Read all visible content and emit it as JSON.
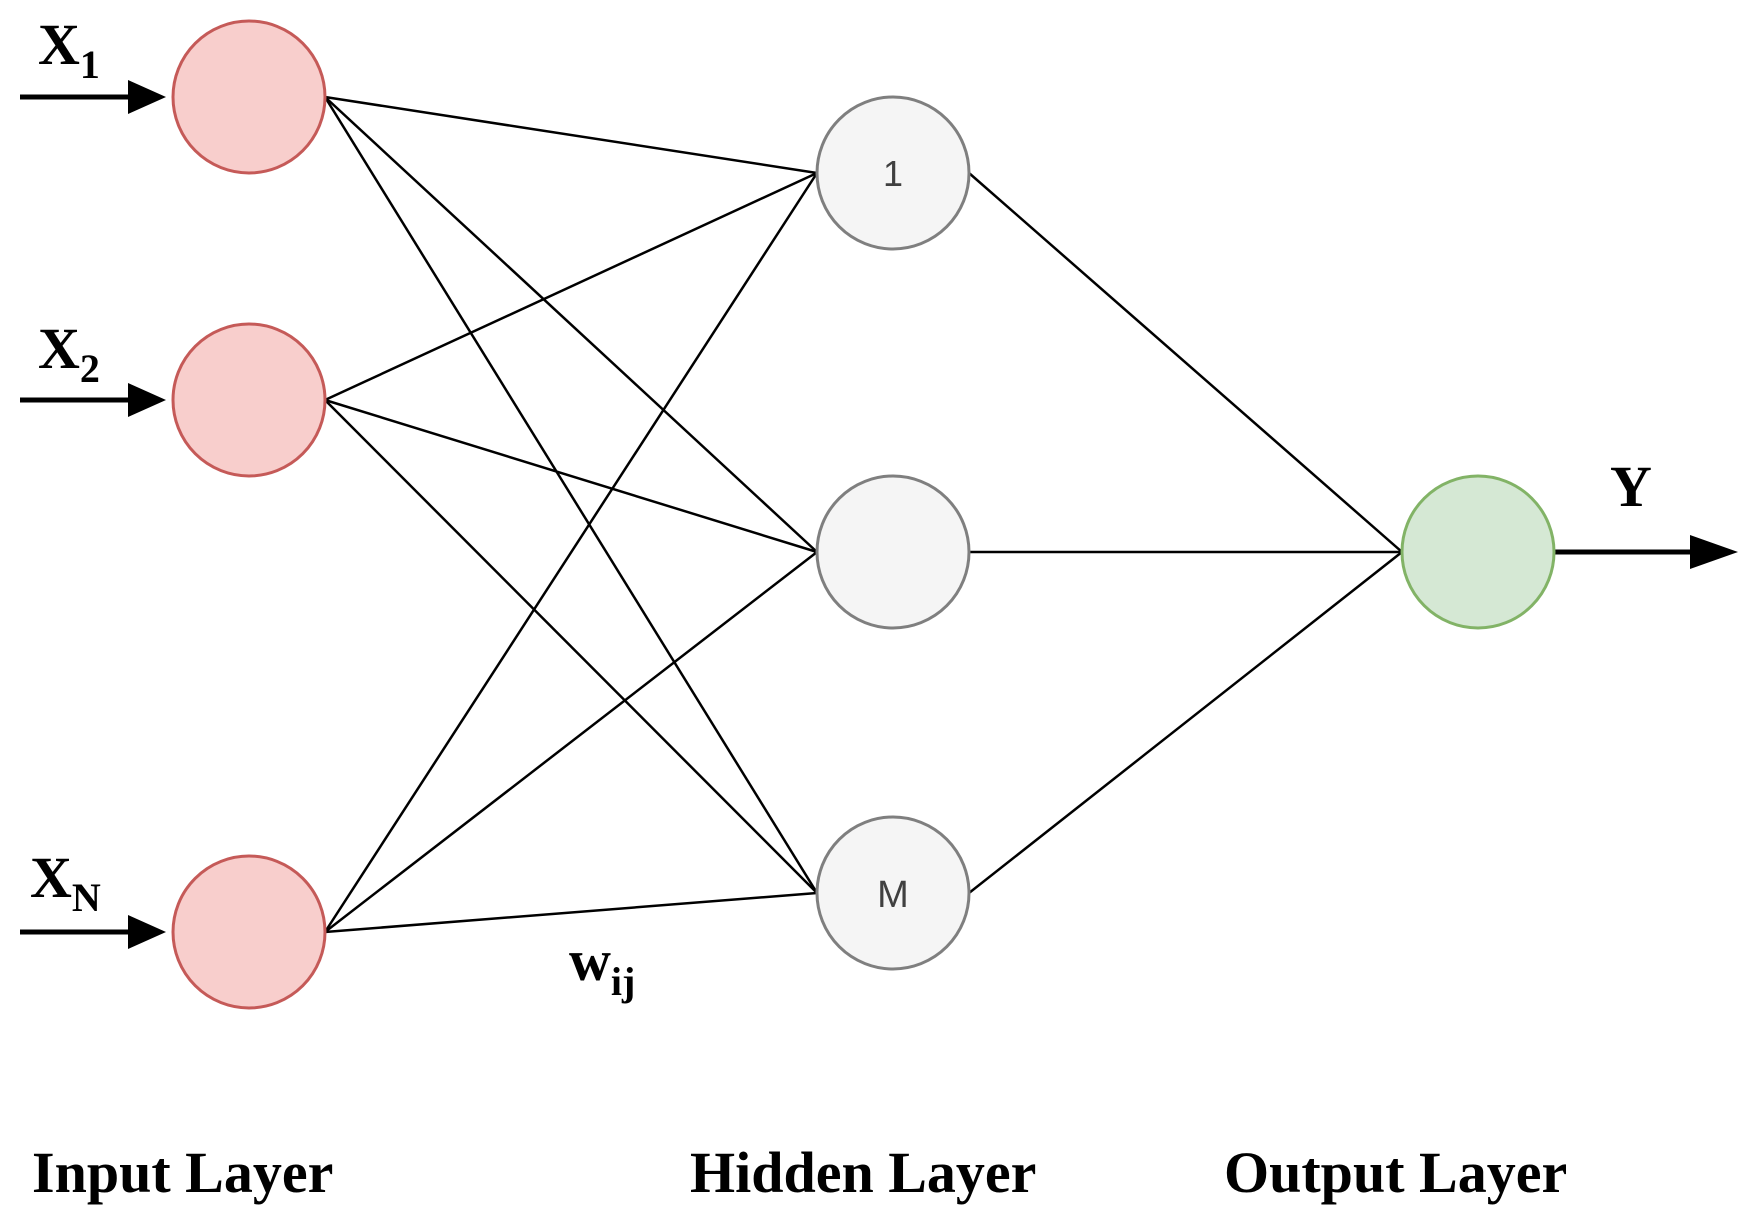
{
  "inputs": [
    {
      "name": "X",
      "sub": "1"
    },
    {
      "name": "X",
      "sub": "2"
    },
    {
      "name": "X",
      "sub": "N"
    }
  ],
  "hidden_nodes": [
    {
      "label": "1"
    },
    {
      "label": ""
    },
    {
      "label": "M"
    }
  ],
  "output": {
    "label": "Y"
  },
  "weight_label": {
    "base": "w",
    "sub": "ij"
  },
  "layer_labels": {
    "input": "Input Layer",
    "hidden": "Hidden Layer",
    "output": "Output Layer"
  },
  "colors": {
    "input_fill": "#f8cecc",
    "input_stroke": "#c55a58",
    "hidden_fill": "#f5f5f5",
    "hidden_stroke": "#7f7f7f",
    "output_fill": "#d5e8d4",
    "output_stroke": "#82b366",
    "line": "#000000"
  }
}
